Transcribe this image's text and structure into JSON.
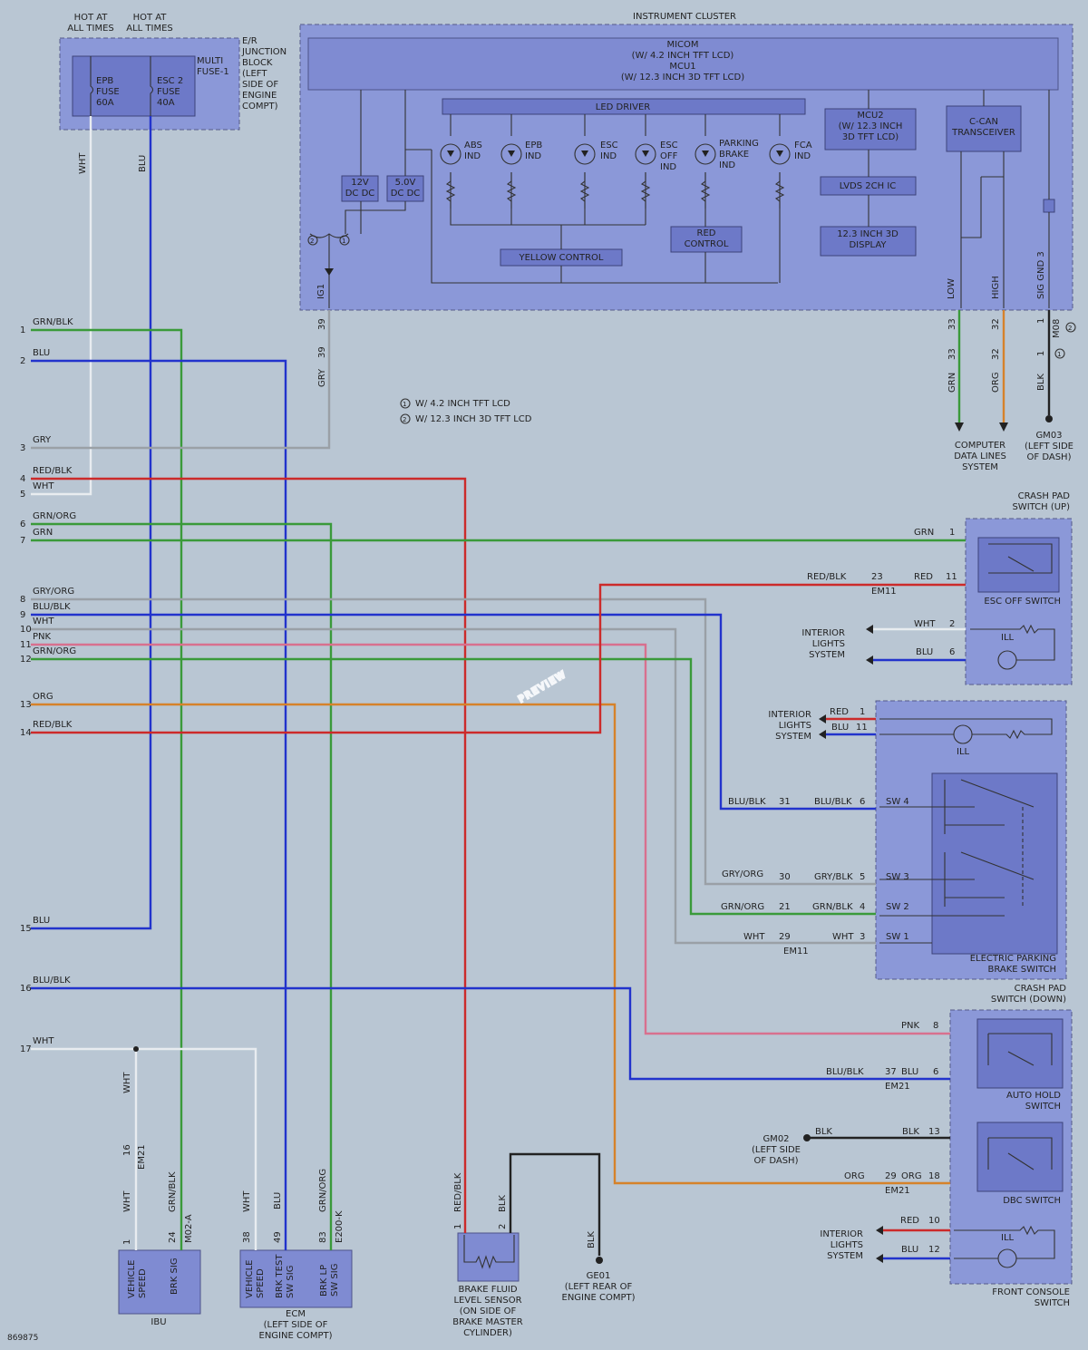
{
  "hot_left": "HOT AT\nALL TIMES",
  "hot_right": "HOT AT\nALL TIMES",
  "junction": "E/R\nJUNCTION\nBLOCK\n(LEFT\nSIDE OF\nENGINE\nCOMPT)",
  "multi_fuse": "MULTI\nFUSE-1",
  "fuse_epb": "EPB\nFUSE\n60A",
  "fuse_esc": "ESC 2\nFUSE\n40A",
  "cluster_title": "INSTRUMENT CLUSTER",
  "micom": "MICOM\n(W/ 4.2 INCH TFT LCD)\nMCU1\n(W/ 12.3 INCH 3D TFT LCD)",
  "led_driver": "LED DRIVER",
  "dc12": "12V\nDC DC",
  "dc5": "5.0V\nDC DC",
  "ind_abs": "ABS\nIND",
  "ind_epb": "EPB\nIND",
  "ind_esc": "ESC\nIND",
  "ind_escoff": "ESC\nOFF\nIND",
  "ind_parking": "PARKING\nBRAKE\nIND",
  "ind_fca": "FCA\nIND",
  "yellow_control": "YELLOW CONTROL",
  "red_control": "RED\nCONTROL",
  "mcu2": "MCU2\n(W/ 12.3 INCH\n3D TFT LCD)",
  "lvds": "LVDS 2CH IC",
  "display": "12.3 INCH 3D\nDISPLAY",
  "ccan": "C-CAN\nTRANSCEIVER",
  "ig1": "IG1",
  "pin_low": "LOW",
  "pin_high": "HIGH",
  "pin_sig": "SIG GND 3",
  "m08": "M08",
  "note1": "W/ 4.2 INCH TFT LCD",
  "note2": "W/ 12.3 INCH 3D TFT LCD",
  "computer": "COMPUTER\nDATA LINES\nSYSTEM",
  "gm03": "GM03\n(LEFT SIDE\nOF DASH)",
  "crash_up": "CRASH PAD\nSWITCH (UP)",
  "esc_off_switch": "ESC OFF SWITCH",
  "ill": "ILL",
  "interior1": "INTERIOR\nLIGHTS\nSYSTEM",
  "interior2": "INTERIOR\nLIGHTS\nSYSTEM",
  "interior3": "INTERIOR\nLIGHTS\nSYSTEM",
  "epb_switch": "ELECTRIC PARKING\nBRAKE SWITCH",
  "crash_down": "CRASH PAD\nSWITCH (DOWN)",
  "auto_hold": "AUTO HOLD\nSWITCH",
  "dbc": "DBC SWITCH",
  "front_console": "FRONT CONSOLE\nSWITCH",
  "gm02": "GM02\n(LEFT SIDE\nOF DASH)",
  "ge01": "GE01\n(LEFT REAR OF\nENGINE COMPT)",
  "brake_fluid": "BRAKE FLUID\nLEVEL SENSOR\n(ON SIDE OF\nBRAKE MASTER\nCYLINDER)",
  "ibu": "IBU",
  "ecm": "ECM\n(LEFT SIDE OF\nENGINE COMPT)",
  "ibu_pin1": "VEHICLE\nSPEED",
  "ibu_pin2": "BRK SIG",
  "ecm_pin1": "VEHICLE\nSPEED",
  "ecm_pin2": "BRK TEST\nSW SIG",
  "ecm_pin3": "BRK LP\nSW SIG",
  "watermark": "PREVIEW",
  "diagram_code": "869875",
  "sw_labels": [
    "SW 4",
    "SW 3",
    "SW 2",
    "SW 1"
  ],
  "connectors": {
    "em11": "EM11",
    "em11b": "EM11",
    "em21a": "EM21",
    "em21b": "EM21",
    "em21c": "EM21",
    "m02a": "M02-A",
    "e200k": "E200-K"
  },
  "colors": {
    "green": "#3a9a3a",
    "blue": "#2233cc",
    "gray": "#9aa0a6",
    "red": "#cc2a2a",
    "orange": "#d6822a",
    "pink": "#d8708e",
    "black": "#222222",
    "white": "#e8ecf0"
  },
  "left_terminals": [
    {
      "num": "1",
      "label": "GRN/BLK"
    },
    {
      "num": "2",
      "label": "BLU"
    },
    {
      "num": "3",
      "label": "GRY"
    },
    {
      "num": "4",
      "label": "RED/BLK"
    },
    {
      "num": "5",
      "label": "WHT"
    },
    {
      "num": "6",
      "label": "GRN/ORG"
    },
    {
      "num": "7",
      "label": "GRN"
    },
    {
      "num": "8",
      "label": "GRY/ORG"
    },
    {
      "num": "9",
      "label": "BLU/BLK"
    },
    {
      "num": "10",
      "label": "WHT"
    },
    {
      "num": "11",
      "label": "PNK"
    },
    {
      "num": "12",
      "label": "GRN/ORG"
    },
    {
      "num": "13",
      "label": "ORG"
    },
    {
      "num": "14",
      "label": "RED/BLK"
    },
    {
      "num": "15",
      "label": "BLU"
    },
    {
      "num": "16",
      "label": "BLU/BLK"
    },
    {
      "num": "17",
      "label": "WHT"
    }
  ],
  "wire_labels": {
    "wht_top": "WHT",
    "blu_top": "BLU",
    "gry39": "GRY",
    "grn_cdl": "GRN",
    "org_cdl": "ORG",
    "blk_gm03": "BLK",
    "esc_grn": "GRN",
    "esc_redblk": "RED/BLK",
    "esc_red": "RED",
    "esc_wht": "WHT",
    "esc_blu": "BLU",
    "epb_red": "RED",
    "epb_blu": "BLU",
    "epb_blublk": "BLU/BLK",
    "epb_blublk2": "BLU/BLK",
    "epb_gryorg": "GRY/ORG",
    "epb_gryblk": "GRY/BLK",
    "epb_grnorg": "GRN/ORG",
    "epb_grnblk": "GRN/BLK",
    "epb_wht": "WHT",
    "epb_wht2": "WHT",
    "ah_pnk": "PNK",
    "ah_blublk": "BLU/BLK",
    "ah_blu": "BLU",
    "dbc_blk": "BLK",
    "dbc_blk2": "BLK",
    "dbc_org": "ORG",
    "dbc_org2": "ORG",
    "fc_red": "RED",
    "fc_blu": "BLU",
    "ibu_wht": "WHT",
    "ibu_wht2": "WHT",
    "ibu_grnblk": "GRN/BLK",
    "ecm_wht": "WHT",
    "ecm_blu": "BLU",
    "ecm_grnorg": "GRN/ORG",
    "bf_redblk": "RED/BLK",
    "bf_blk": "BLK",
    "ge_blk": "BLK"
  },
  "pins": {
    "p39a": "39",
    "p39b": "39",
    "p33a": "33",
    "p33b": "33",
    "p32a": "32",
    "p32b": "32",
    "p1a": "1",
    "p1b": "1",
    "esc1": "1",
    "esc23": "23",
    "esc11": "11",
    "esc2": "2",
    "esc6": "6",
    "ill1": "1",
    "ill11": "11",
    "sw31": "31",
    "sw6": "6",
    "sw30": "30",
    "sw5": "5",
    "sw21": "21",
    "sw4": "4",
    "sw29": "29",
    "sw3": "3",
    "ah8": "8",
    "ah37": "37",
    "ah6": "6",
    "dbc13": "13",
    "dbc29": "29",
    "dbc18": "18",
    "fc10": "10",
    "fc12": "12",
    "ibu16": "16",
    "ibu1": "1",
    "ibu24": "24",
    "ecm38": "38",
    "ecm49": "49",
    "ecm83": "83",
    "bf1": "1",
    "bf2": "2"
  }
}
